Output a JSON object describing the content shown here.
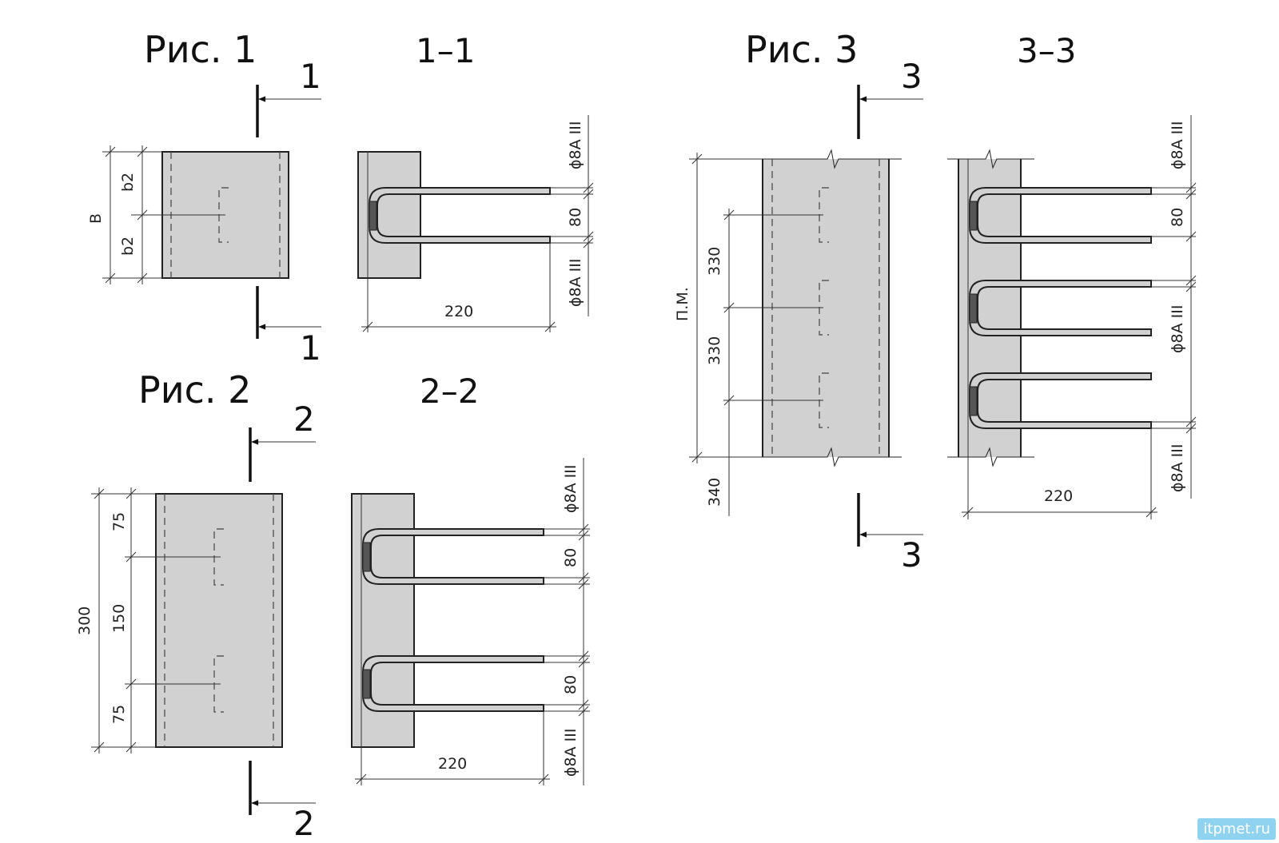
{
  "fig1": {
    "title": "Рис. 1",
    "section_label": "1–1",
    "cut_mark": "1",
    "dim_b": "В",
    "dim_b2": "b2",
    "dim_80": "80",
    "dim_220": "220",
    "rebar": "ϕ8А III"
  },
  "fig2": {
    "title": "Рис. 2",
    "section_label": "2–2",
    "cut_mark": "2",
    "dim_300": "300",
    "dim_75": "75",
    "dim_150": "150",
    "dim_80": "80",
    "dim_220": "220",
    "rebar": "ϕ8А III"
  },
  "fig3": {
    "title": "Рис. 3",
    "section_label": "3–3",
    "cut_mark": "3",
    "dim_pm": "П.М.",
    "dim_330": "330",
    "dim_340": "340",
    "dim_80": "80",
    "dim_220": "220",
    "rebar": "ϕ8А III"
  },
  "watermark": "itpmet.ru"
}
